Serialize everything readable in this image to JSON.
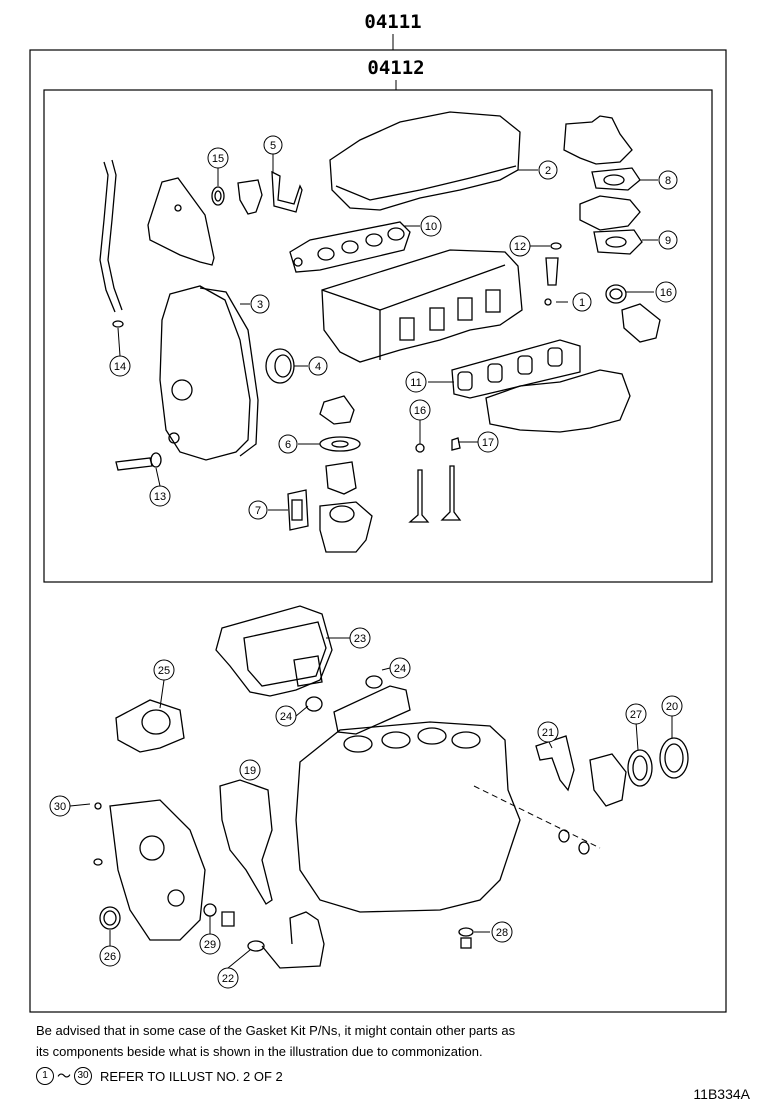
{
  "header": {
    "outer_part": "04111",
    "inner_part": "04112"
  },
  "callouts": [
    "1",
    "2",
    "3",
    "4",
    "5",
    "6",
    "7",
    "8",
    "9",
    "10",
    "11",
    "12",
    "13",
    "14",
    "15",
    "16",
    "16",
    "17",
    "19",
    "20",
    "21",
    "22",
    "23",
    "24",
    "24",
    "25",
    "26",
    "27",
    "28",
    "29",
    "30"
  ],
  "notes": {
    "line1": "Be advised that in some case of the Gasket Kit P/Ns,  it might contain other parts as",
    "line2": "its components beside what is shown in the illustration due to commonization.",
    "range_start": "1",
    "range_sep": "～",
    "range_end": "30",
    "ref_text": "REFER TO ILLUST NO. 2 OF 2"
  },
  "drawing_id": "11B334A"
}
